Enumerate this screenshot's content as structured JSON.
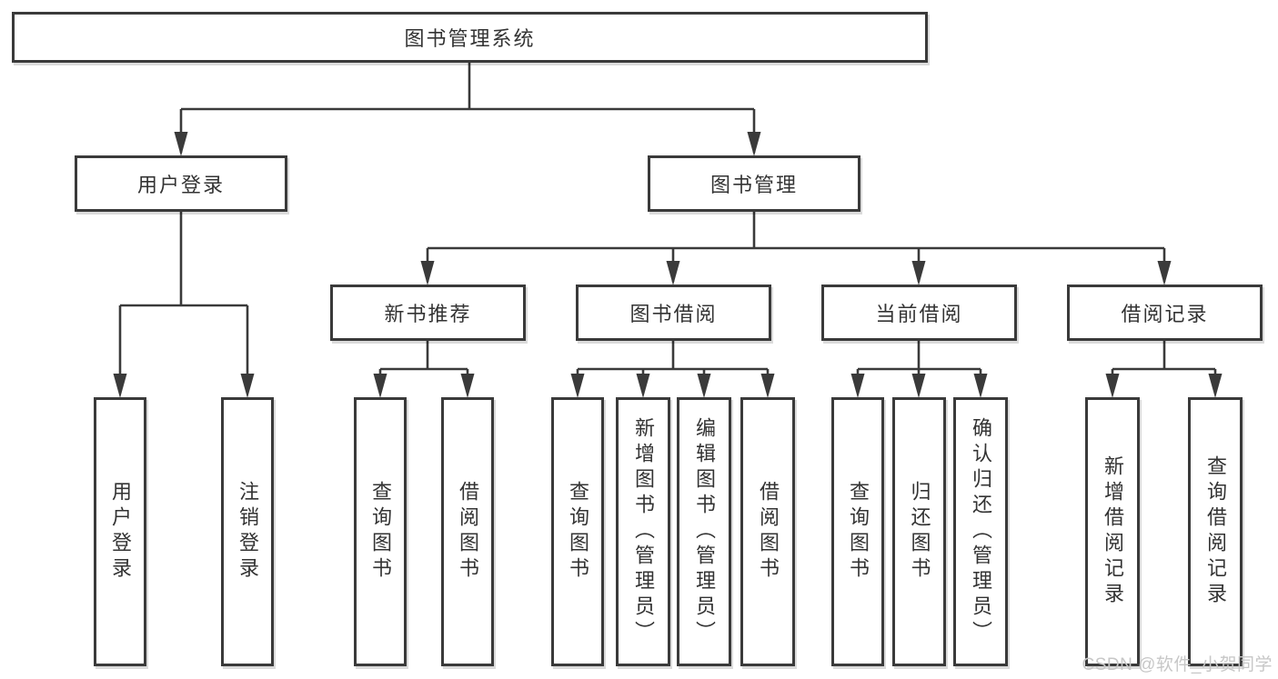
{
  "tree": {
    "label": "图书管理系统",
    "children": [
      {
        "label": "用户登录",
        "children": [
          {
            "label": "用户登录"
          },
          {
            "label": "注销登录"
          }
        ]
      },
      {
        "label": "图书管理",
        "children": [
          {
            "label": "新书推荐",
            "children": [
              {
                "label": "查询图书"
              },
              {
                "label": "借阅图书"
              }
            ]
          },
          {
            "label": "图书借阅",
            "children": [
              {
                "label": "查询图书"
              },
              {
                "label": "新增图书（管理员）"
              },
              {
                "label": "编辑图书（管理员）"
              },
              {
                "label": "借阅图书"
              }
            ]
          },
          {
            "label": "当前借阅",
            "children": [
              {
                "label": "查询图书"
              },
              {
                "label": "归还图书"
              },
              {
                "label": "确认归还（管理员）"
              }
            ]
          },
          {
            "label": "借阅记录",
            "children": [
              {
                "label": "新增借阅记录"
              },
              {
                "label": "查询借阅记录"
              }
            ]
          }
        ]
      }
    ]
  },
  "watermark": {
    "text": "CSDN @软件_小贺同学"
  },
  "colors": {
    "line": "#3a3a3a",
    "text": "#333333",
    "background": "#ffffff",
    "watermark": "#c7c7c7"
  }
}
